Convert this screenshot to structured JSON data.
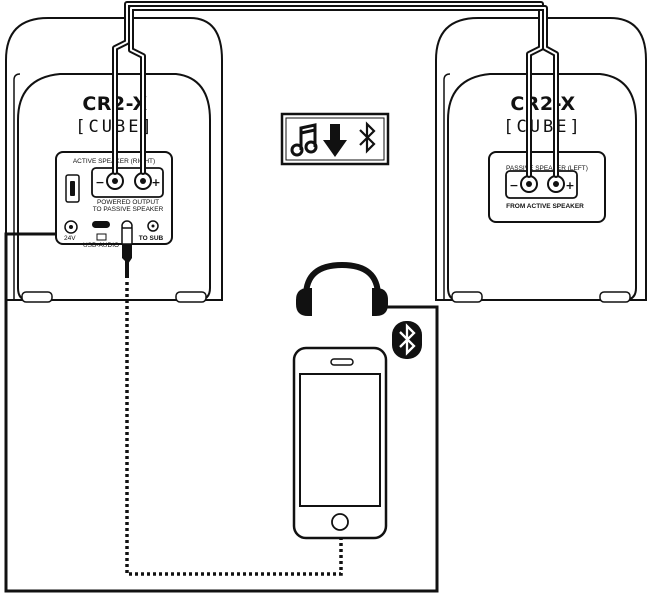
{
  "active_speaker": {
    "brand": "CR2-X",
    "model": "[CUBE]",
    "panel_label": "ACTIVE SPEAKER (RIGHT)",
    "output_label_line1": "POWERED OUTPUT",
    "output_label_line2": "TO PASSIVE SPEAKER",
    "minus": "−",
    "plus": "+",
    "power_label": "24V",
    "usb_label": "USB-AUDIO",
    "sub_label": "TO SUB"
  },
  "passive_speaker": {
    "brand": "CR2-X",
    "model": "[CUBE]",
    "panel_label": "PASSIVE SPEAKER (LEFT)",
    "input_label": "FROM ACTIVE SPEAKER",
    "minus": "−",
    "plus": "+"
  },
  "icons": {
    "center_sign": [
      "music-note-icon",
      "arrow-down-icon",
      "bluetooth-icon"
    ],
    "headphones": "headphones-icon",
    "phone": "smartphone-icon",
    "bluetooth_badge": "bluetooth-icon"
  }
}
